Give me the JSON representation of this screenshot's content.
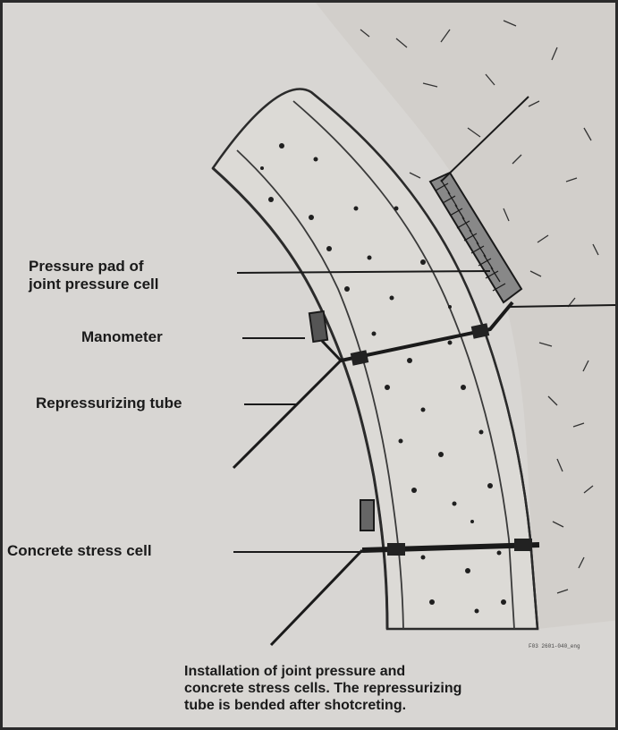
{
  "labels": {
    "pressure_pad": "Pressure pad of\njoint pressure cell",
    "manometer": "Manometer",
    "repressurizing_tube": "Repressurizing tube",
    "concrete_stress_cell": "Concrete stress cell"
  },
  "caption": "Installation of joint pressure and\nconcrete stress cells. The repressurizing\ntube is bended after shotcreting.",
  "figure_id": "F03 2601-040_eng",
  "colors": {
    "background": "#d8d6d3",
    "ink": "#1a1a1a",
    "concrete_fill": "#dcdad6",
    "rock_fill": "#d2cfcb"
  }
}
